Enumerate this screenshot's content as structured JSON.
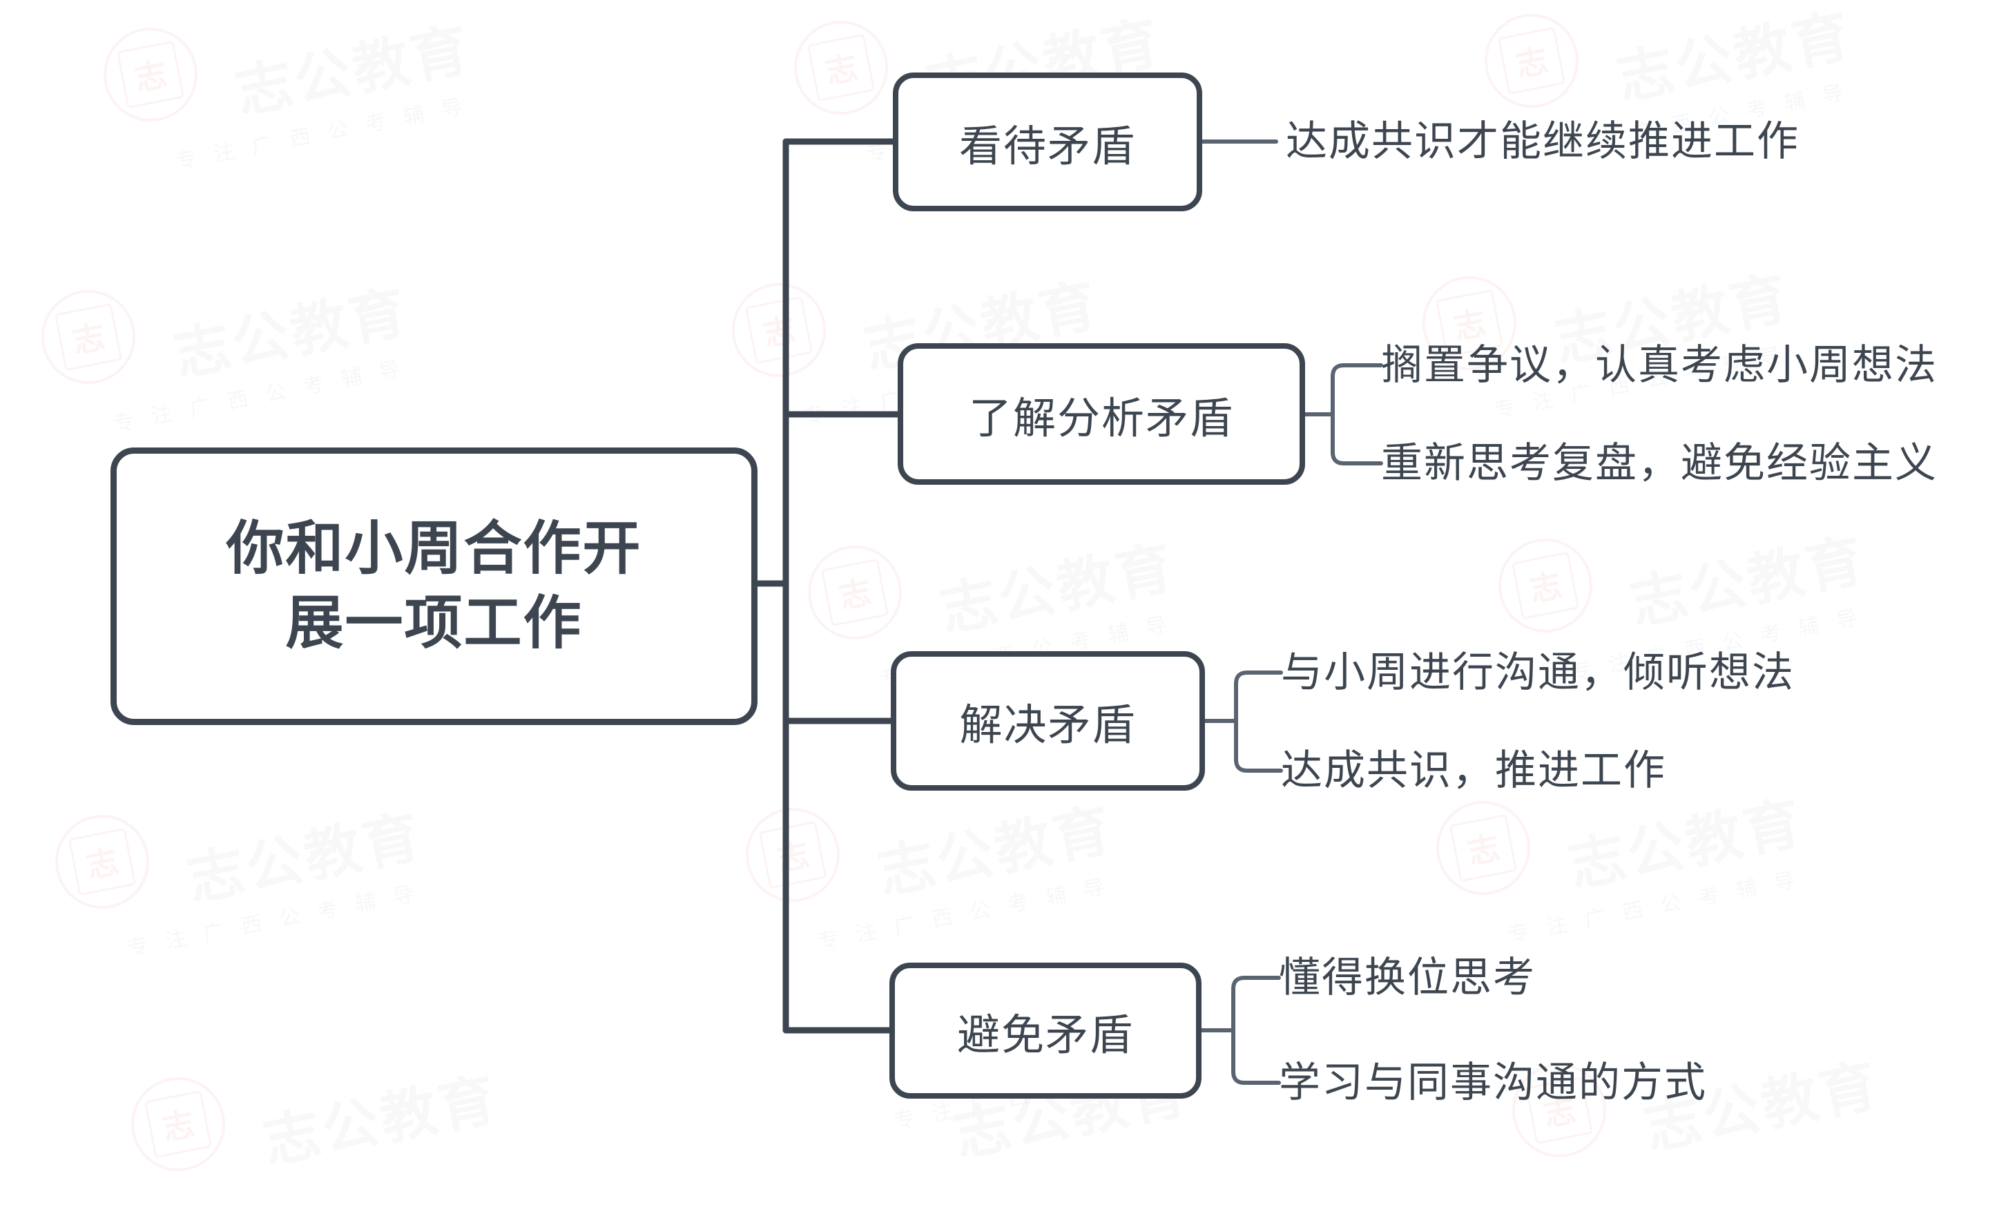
{
  "diagram": {
    "type": "mindmap",
    "orientation": "left-to-right",
    "palette": {
      "node_border": "#3d4650",
      "node_fill": "#ffffff",
      "text": "#3d4650",
      "connector_primary": "#3d4650",
      "connector_secondary": "#5a6470",
      "background": "#ffffff",
      "watermark_text": "#6b7280",
      "watermark_seal": "#dd3333"
    },
    "root": {
      "label_line1": "你和小周合作开",
      "label_line2": "展一项工作"
    },
    "branches": [
      {
        "label": "看待矛盾",
        "leaves": [
          "达成共识才能继续推进工作"
        ]
      },
      {
        "label": "了解分析矛盾",
        "leaves": [
          "搁置争议，认真考虑小周想法",
          "重新思考复盘，避免经验主义"
        ]
      },
      {
        "label": "解决矛盾",
        "leaves": [
          "与小周进行沟通，倾听想法",
          "达成共识，推进工作"
        ]
      },
      {
        "label": "避免矛盾",
        "leaves": [
          "懂得换位思考",
          "学习与同事沟通的方式"
        ]
      }
    ]
  },
  "watermark": {
    "brand": "志公教育",
    "tagline": "专注广西公考辅导",
    "seal_glyph": "志",
    "registered_mark": "®"
  }
}
